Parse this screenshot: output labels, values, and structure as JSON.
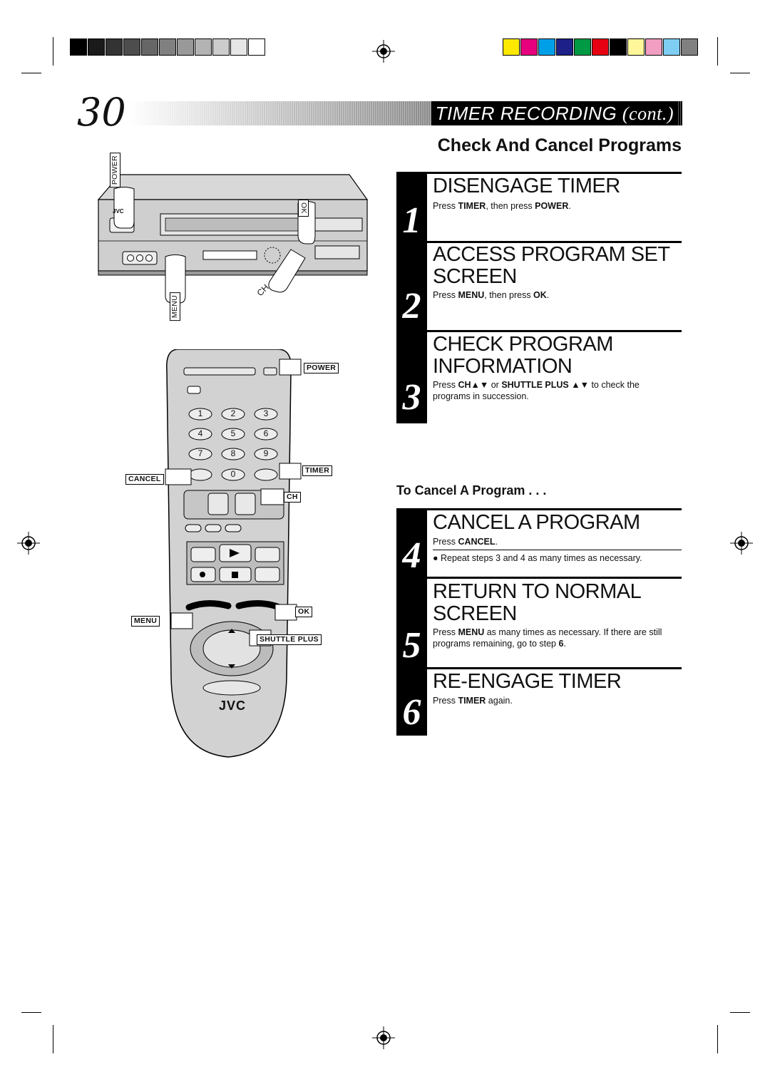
{
  "page_number": "30",
  "header": {
    "title_main": "TIMER RECORDING ",
    "title_cont": "(cont.)"
  },
  "section_title": "Check And Cancel Programs",
  "steps": [
    {
      "num": "1",
      "title": [
        "DISENGAGE TIMER"
      ],
      "text_parts": [
        [
          "Press ",
          ""
        ],
        [
          "TIMER",
          "b"
        ],
        [
          ", then press ",
          ""
        ],
        [
          "POWER",
          "b"
        ],
        [
          ".",
          ""
        ]
      ]
    },
    {
      "num": "2",
      "title": [
        "ACCESS PROGRAM SET",
        "SCREEN"
      ]
    },
    {
      "num": "3",
      "title": [
        "CHECK PROGRAM",
        "INFORMATION"
      ]
    },
    {
      "num": "4",
      "title": [
        "CANCEL A PROGRAM"
      ]
    },
    {
      "num": "5",
      "title": [
        "RETURN TO NORMAL",
        "SCREEN"
      ]
    },
    {
      "num": "6",
      "title": [
        "RE-ENGAGE TIMER"
      ]
    }
  ],
  "step_texts": {
    "s1_a": "Press ",
    "s1_b": "TIMER",
    "s1_c": ", then press ",
    "s1_d": "POWER",
    "s1_e": ".",
    "s2_a": "Press ",
    "s2_b": "MENU",
    "s2_c": ", then press ",
    "s2_d": "OK",
    "s2_e": ".",
    "s3_a": "Press ",
    "s3_b": "CH▲▼",
    "s3_c": " or ",
    "s3_d": "SHUTTLE PLUS ▲▼",
    "s3_e": " to check the programs in succession.",
    "s4_a": "Press ",
    "s4_b": "CANCEL",
    "s4_c": ".",
    "s4_note": "● Repeat steps 3 and 4 as many times as necessary.",
    "s5_a": "Press ",
    "s5_b": "MENU",
    "s5_c": " as many times as necessary. If there are still programs remaining, go to step ",
    "s5_d": "6",
    "s5_e": ".",
    "s6_a": "Press ",
    "s6_b": "TIMER",
    "s6_c": " again."
  },
  "subhead": "To Cancel A Program . . .",
  "vcr_labels": {
    "power": "POWER",
    "ok": "OK",
    "menu": "MENU",
    "ch": "CH",
    "brand": "JVC"
  },
  "remote_labels": {
    "power": "POWER",
    "timer": "TIMER",
    "cancel": "CANCEL",
    "ch": "CH",
    "menu": "MENU",
    "ok": "OK",
    "shuttle": "SHUTTLE PLUS",
    "brand": "JVC",
    "keys": [
      "1",
      "2",
      "3",
      "4",
      "5",
      "6",
      "7",
      "8",
      "9",
      "0"
    ]
  },
  "colors": {
    "gray_bar": [
      "#000000",
      "#1a1a1a",
      "#333333",
      "#4d4d4d",
      "#666666",
      "#808080",
      "#999999",
      "#b3b3b3",
      "#cccccc",
      "#e6e6e6",
      "#ffffff"
    ],
    "color_bar": [
      "#ffe800",
      "#e6007e",
      "#00a0e9",
      "#1d2088",
      "#009944",
      "#e60012",
      "#000000",
      "#fff799",
      "#f19ec2",
      "#7ecef4",
      "#808080"
    ]
  }
}
